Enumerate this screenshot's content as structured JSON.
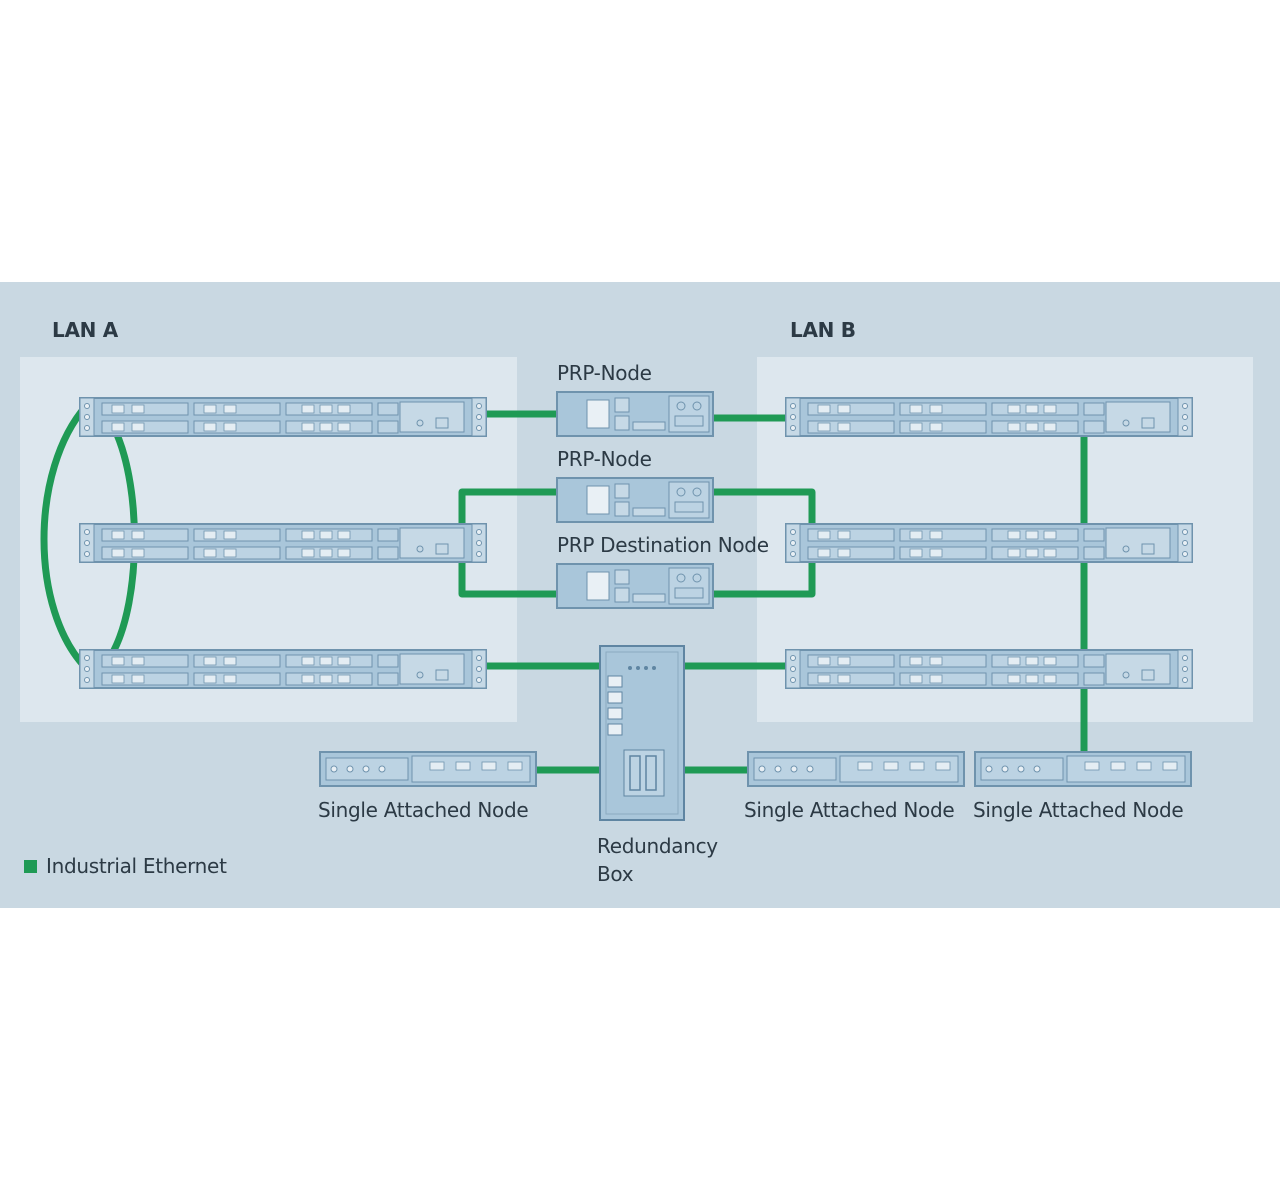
{
  "labels": {
    "lan_a": "LAN A",
    "lan_b": "LAN B",
    "prp_node_1": "PRP-Node",
    "prp_node_2": "PRP-Node",
    "prp_destination_node": "PRP Destination Node",
    "single_attached_node_1": "Single Attached Node",
    "single_attached_node_2": "Single Attached Node",
    "single_attached_node_3": "Single Attached Node",
    "redundancy_box_line1": "Redundancy",
    "redundancy_box_line2": "Box"
  },
  "legend": {
    "label": "Industrial Ethernet",
    "color": "#1f9a55"
  },
  "colors": {
    "background": "#c9d8e2",
    "lan_area": "#dde7ee",
    "device_body": "#a9c6da",
    "device_border": "#6f93ad",
    "link": "#1f9a55"
  }
}
